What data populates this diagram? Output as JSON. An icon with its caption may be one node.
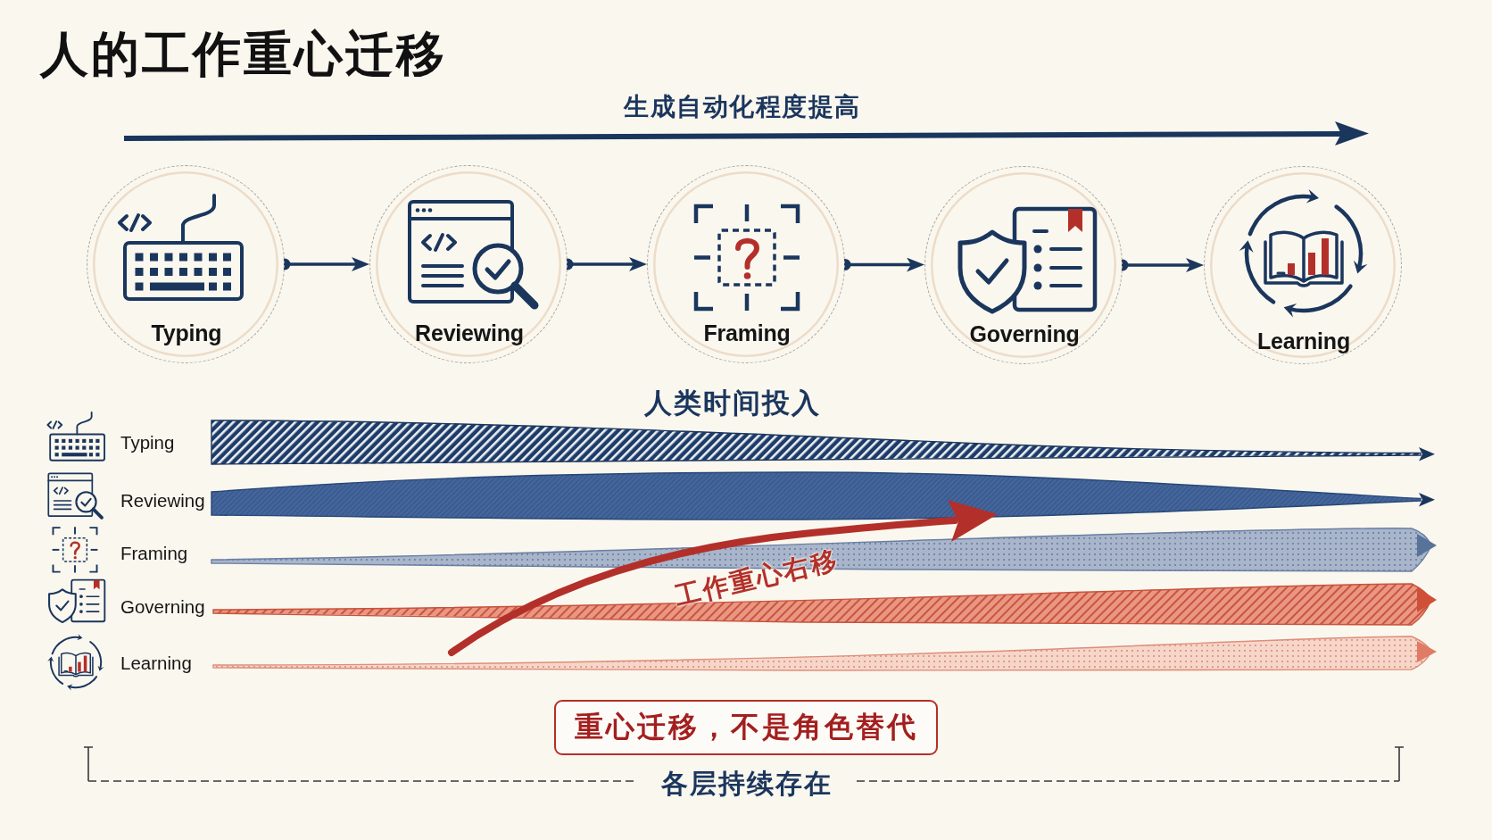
{
  "diagram": {
    "title": "人的工作重心迁移",
    "nodes": [
      {
        "text": [
          "Typing"
        ]
      },
      {
        "text": [
          "Reviewing"
        ]
      },
      {
        "text": [
          "Framing"
        ]
      },
      {
        "text": [
          "Governing"
        ]
      },
      {
        "text": [
          "Learning"
        ]
      },
      {
        "text": [
          "重心迁移，不是角色替代"
        ]
      }
    ],
    "edges": [
      {
        "from": 0,
        "to": 1,
        "arrow": "to"
      },
      {
        "from": 1,
        "to": 2,
        "arrow": "to"
      },
      {
        "from": 2,
        "to": 3,
        "arrow": "to"
      },
      {
        "from": 3,
        "to": 4,
        "arrow": "to"
      }
    ],
    "labels": [
      "生成自动化程度提高",
      "人类时间投入",
      "Typing",
      "Reviewing",
      "Framing",
      "工作重心右移",
      "Governing",
      "Learning",
      "各层持续存在"
    ]
  }
}
